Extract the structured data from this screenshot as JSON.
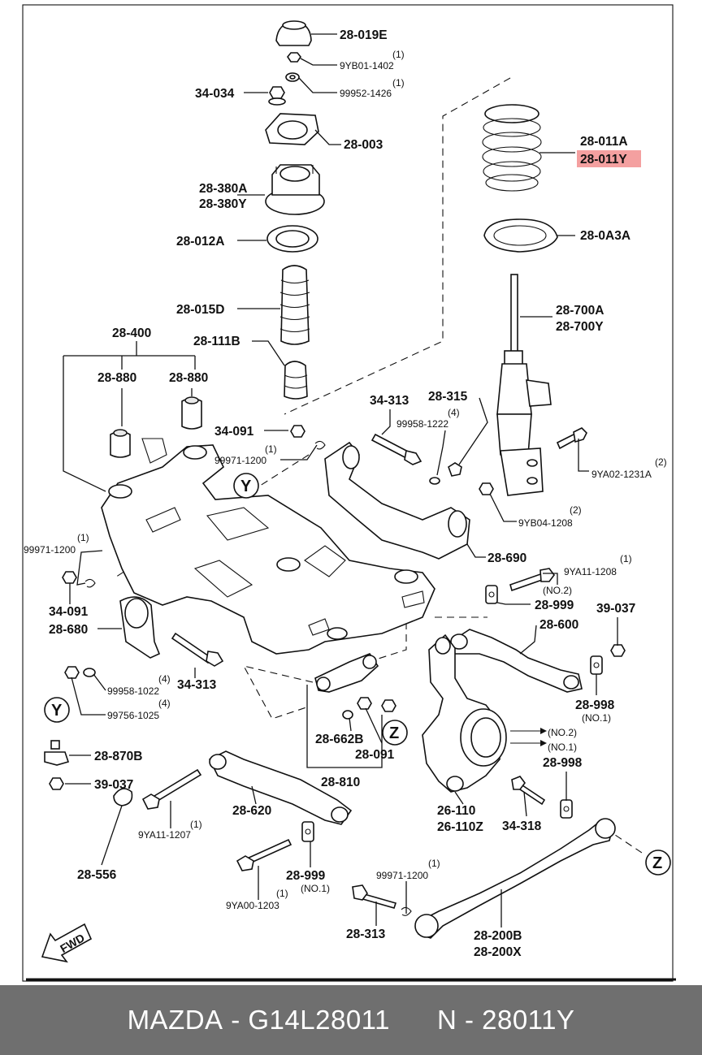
{
  "labels": {
    "l_28019E": "28-019E",
    "l_9YB01_qty": "(1)",
    "l_9YB01": "9YB01-1402",
    "l_99952_qty": "(1)",
    "l_99952": "99952-1426",
    "l_34034": "34-034",
    "l_28003": "28-003",
    "l_28380A": "28-380A",
    "l_28380Y": "28-380Y",
    "l_28012A": "28-012A",
    "l_28015D": "28-015D",
    "l_28111B": "28-111B",
    "l_28400": "28-400",
    "l_28880a": "28-880",
    "l_28880b": "28-880",
    "l_34091a": "34-091",
    "l_99971a_qty": "(1)",
    "l_99971a": "99971-1200",
    "l_28011A": "28-011A",
    "l_28011Y": "28-011Y",
    "l_280A3A": "28-0A3A",
    "l_28700A": "28-700A",
    "l_28700Y": "28-700Y",
    "l_34313a": "34-313",
    "l_28315": "28-315",
    "l_99958a_qty": "(4)",
    "l_99958a": "99958-1222",
    "l_9YA02_qty": "(2)",
    "l_9YA02": "9YA02-1231A",
    "l_9YB04_qty": "(2)",
    "l_9YB04": "9YB04-1208",
    "l_28690": "28-690",
    "l_99971b_qty": "(1)",
    "l_99971b": "99971-1200",
    "l_34091b": "34-091",
    "l_28680": "28-680",
    "l_9YA11a_qty": "(1)",
    "l_9YA11a": "9YA11-1208",
    "l_no2a": "(NO.2)",
    "l_28999a": "28-999",
    "l_39037a": "39-037",
    "l_28600": "28-600",
    "l_34313b": "34-313",
    "l_99958b_qty": "(4)",
    "l_99958b": "99958-1022",
    "l_99756_qty": "(4)",
    "l_99756": "99756-1025",
    "l_28998a": "28-998",
    "l_no1a": "(NO.1)",
    "l_28662B": "28-662B",
    "l_28091": "28-091",
    "l_no2b": "(NO.2)",
    "l_no1b": "(NO.1)",
    "l_28998b": "28-998",
    "l_28870B": "28-870B",
    "l_28810": "28-810",
    "l_39037b": "39-037",
    "l_28620": "28-620",
    "l_26110": "26-110",
    "l_26110Z": "26-110Z",
    "l_34318": "34-318",
    "l_9YA11b_qty": "(1)",
    "l_9YA11b": "9YA11-1207",
    "l_28556": "28-556",
    "l_28999b": "28-999",
    "l_no1c": "(NO.1)",
    "l_9YA00_qty": "(1)",
    "l_9YA00": "9YA00-1203",
    "l_99971c_qty": "(1)",
    "l_99971c": "99971-1200",
    "l_28313": "28-313",
    "l_28200B": "28-200B",
    "l_28200X": "28-200X"
  },
  "callouts": {
    "y_upper": "Y",
    "y_lower": "Y",
    "z_mid": "Z",
    "z_right": "Z"
  },
  "fwd_label": "FWD",
  "highlight_color": "#f4a0a0",
  "footer": {
    "brand": "MAZDA",
    "part_number": "G14L28011",
    "alt_number": "N - 28011Y"
  }
}
